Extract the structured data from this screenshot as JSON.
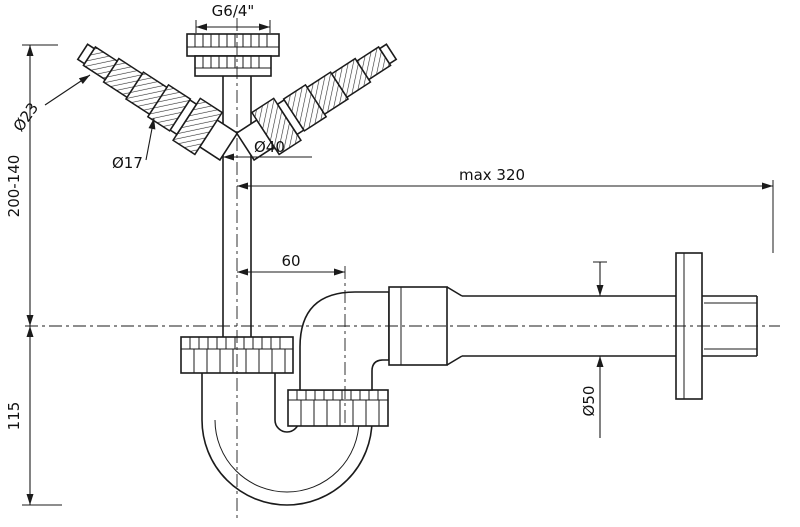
{
  "drawing": {
    "type": "technical-dimension-drawing",
    "subject": "sink-trap-siphon-with-two-appliance-inlets",
    "labels": {
      "thread": "G6/4\"",
      "hose_outer_dia": "Ø23",
      "hose_inner_dia": "Ø17",
      "tube_dia": "Ø40",
      "max_outlet_length": "max 320",
      "outlet_offset": "60",
      "adjust_height_range": "200-140",
      "trap_depth": "115",
      "outlet_dia": "Ø50"
    },
    "colors": {
      "line": "#1b1b1b",
      "background": "#ffffff"
    }
  }
}
